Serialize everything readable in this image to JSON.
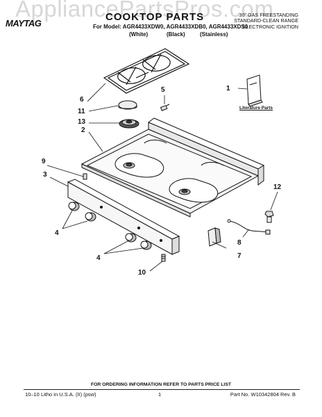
{
  "watermark": "AppliancePartsPros.com",
  "header": {
    "brand": "MAYTAG",
    "title": "COOKTOP PARTS",
    "models_line": "For Model: AGR4433XDW0, AGR4433XDB0, AGR4433XDS0",
    "variants": [
      "(White)",
      "(Black)",
      "(Stainless)"
    ],
    "description": [
      "30\" GAS FREESTANDING",
      "STANDARD-CLEAN RANGE",
      "ELECTRONIC IGNITION"
    ]
  },
  "diagram": {
    "literature_label": "Literature Parts",
    "callouts": [
      "1",
      "2",
      "3",
      "4",
      "4",
      "5",
      "6",
      "7",
      "8",
      "9",
      "10",
      "11",
      "12",
      "13"
    ]
  },
  "footer": {
    "note": "FOR ORDERING INFORMATION REFER TO PARTS PRICE LIST",
    "left": "10–10 Litho in U.S.A. (II) (psw)",
    "page": "1",
    "right": "Part No. W10342804 Rev. B"
  },
  "colors": {
    "ink": "#111111",
    "watermark": "#d7d7d7",
    "cooktop_fill": "#f4f4f4"
  }
}
